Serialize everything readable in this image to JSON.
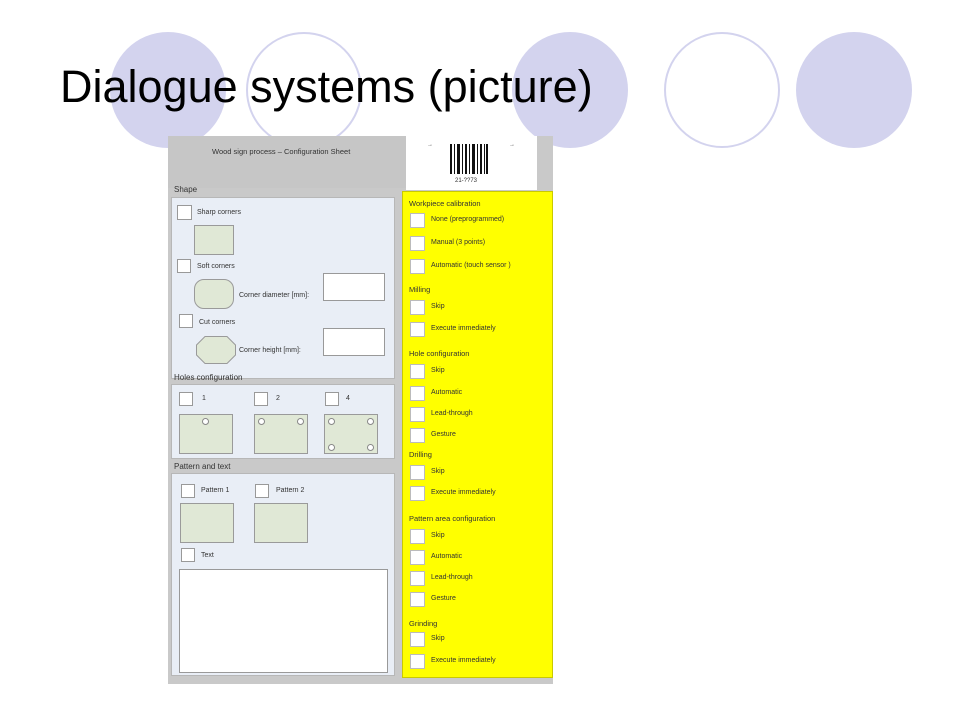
{
  "slide": {
    "title": "Dialogue systems (picture)"
  },
  "sheet": {
    "title": "Wood sign process   – Configuration Sheet",
    "barcode_number": "21-??73"
  },
  "shape": {
    "heading": "Shape",
    "sharp_corners": "Sharp corners",
    "soft_corners": "Soft corners",
    "corner_diameter": "Corner diameter   [mm]:",
    "cut_corners": "Cut corners",
    "corner_height": "Corner height   [mm]:"
  },
  "holes": {
    "heading": "Holes configuration",
    "options": [
      "1",
      "2",
      "4"
    ]
  },
  "pattern": {
    "heading": "Pattern and text",
    "pattern1": "Pattern  1",
    "pattern2": "Pattern  2",
    "text": "Text"
  },
  "process": {
    "workpiece": {
      "heading": "Workpiece calibration",
      "none": "None  (preprogrammed)",
      "manual": "Manual  (3 points)",
      "automatic": "Automatic  (touch sensor  )"
    },
    "milling": {
      "heading": "Milling",
      "skip": "Skip",
      "execute": "Execute immediately"
    },
    "hole_config": {
      "heading": "Hole configuration",
      "skip": "Skip",
      "automatic": "Automatic",
      "lead": "Lead-through",
      "gesture": "Gesture"
    },
    "drilling": {
      "heading": "Drilling",
      "skip": "Skip",
      "execute": "Execute immediately"
    },
    "pattern_area": {
      "heading": "Pattern area configuration",
      "skip": "Skip",
      "automatic": "Automatic",
      "lead": "Lead-through",
      "gesture": "Gesture"
    },
    "grinding": {
      "heading": "Grinding",
      "skip": "Skip",
      "execute": "Execute immediately"
    }
  },
  "colors": {
    "decor_circle": "#d3d3ee",
    "process_panel": "#ffff00"
  }
}
